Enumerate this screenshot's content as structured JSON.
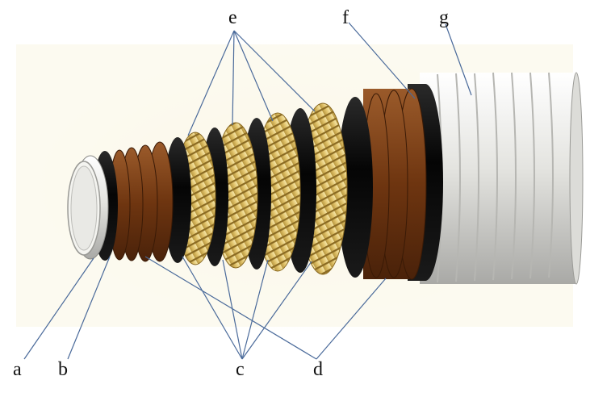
{
  "labels": {
    "a": "a",
    "b": "b",
    "c": "c",
    "d": "d",
    "e": "e",
    "f": "f",
    "g": "g"
  },
  "colors": {
    "background_glow": "#f8f2dd",
    "liner_white": "#f2f2ee",
    "rubber_black": "#0c0c0c",
    "friction_brown": "#7a3e14",
    "armor_gold": "#e8cf7e",
    "jacket_white": "#efefec",
    "leader_line": "#4a6a9a"
  }
}
